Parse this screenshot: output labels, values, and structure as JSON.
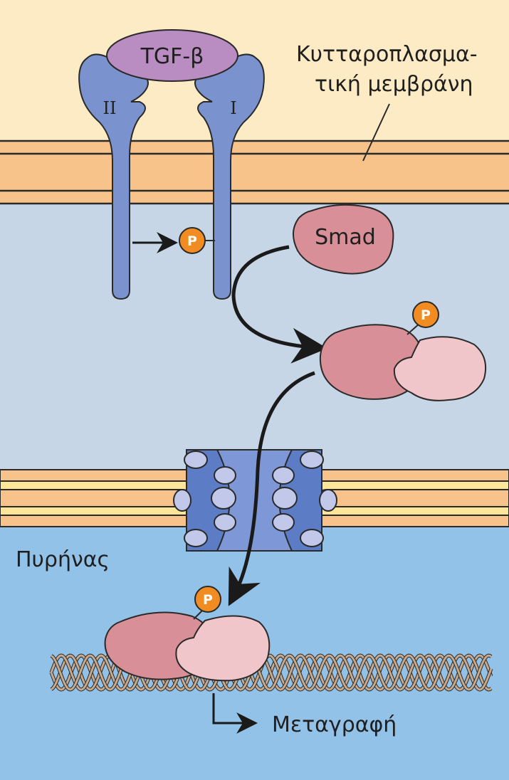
{
  "labels": {
    "ligand": "TGF-β",
    "receptor_type_2": "II",
    "receptor_type_1": "I",
    "membrane_line1": "Κυτταροπλασμα-",
    "membrane_line2": "τική μεμβράνη",
    "smad": "Smad",
    "nucleus": "Πυρήνας",
    "transcription": "Μεταγραφή",
    "phosphate": "P"
  },
  "colors": {
    "extracellular": "#fcebc5",
    "cytoplasm": "#c6d6e6",
    "nucleoplasm": "#93c2e8",
    "membrane": "#f7c38a",
    "nuclear_membrane_inner": "#fde59a",
    "receptor": "#7a93cf",
    "ligand": "#b98cc2",
    "smad_dark": "#d98f97",
    "smad_light": "#f0c6ca",
    "phosphate": "#f08c21",
    "pore": "#5c7cc6",
    "pore_subunit": "#c1c8ea",
    "dna": "#c9a98b"
  }
}
